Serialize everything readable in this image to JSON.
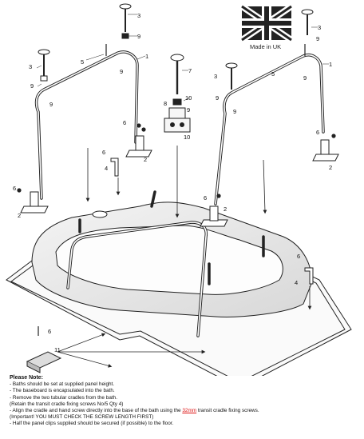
{
  "origin": {
    "made_in": "Made in UK",
    "flag_icon": "union-jack-icon"
  },
  "parts": [
    "1",
    "2",
    "3",
    "4",
    "5",
    "6",
    "7",
    "8",
    "9",
    "10",
    "11"
  ],
  "notes": {
    "title": "Please Note:",
    "line1": "- Baths should be set at supplied panel height.",
    "line2": "- The baseboard is encapsulated into the bath.",
    "line3": "- Remove the two tubular cradles from the bath.",
    "line4": "(Retain the transit cradle fixing screws No/5 Qty 4)",
    "line5_pre": "- Align the cradle and hand screw directly into the base of the bath using the ",
    "line5_hl": "32mm",
    "line5_post": " transit cradle fixing screws.",
    "line6": "(Important! YOU MUST CHECK THE SCREW LENGTH FIRST)",
    "line7": "- Half the panel clips supplied should be secured (if possible) to the floor."
  },
  "colors": {
    "line": "#222222",
    "highlight": "#dd1111",
    "fill": "#ffffff",
    "shade": "#e8e8e8"
  }
}
